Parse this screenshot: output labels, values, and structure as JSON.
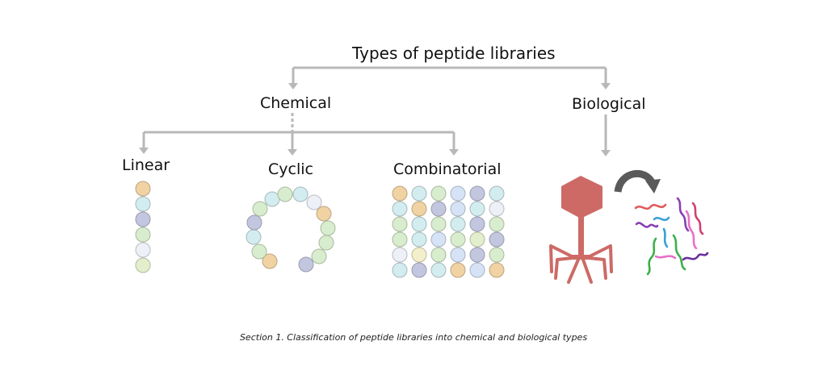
{
  "diagram": {
    "title": "Types of peptide libraries",
    "branches": {
      "chemical": "Chemical",
      "biological": "Biological"
    },
    "chemical_types": {
      "linear": "Linear",
      "cyclic": "Cyclic",
      "combinatorial": "Combinatorial"
    },
    "caption": "Section 1. Classification of peptide libraries into chemical and biological types"
  },
  "colors": {
    "connector": "#b8b8b8",
    "phage": "#cd6a66",
    "arrow": "#5a5a5a",
    "residue_palette": {
      "orange": "#f0d2a3",
      "cyan": "#d3ecef",
      "lavender": "#c3c6df",
      "green": "#d8edcd",
      "pale": "#eef0f8",
      "lime": "#e3efcc",
      "blue": "#d6e3f6",
      "cream": "#f4efcb"
    },
    "peptide_strands": [
      "#e05a5a",
      "#8a3fb3",
      "#3aa0d6",
      "#3cb04a",
      "#e870c8",
      "#d14070",
      "#6a2fa0"
    ]
  },
  "shapes": {
    "linear_residues": [
      "orange",
      "cyan",
      "lavender",
      "green",
      "pale",
      "lime"
    ],
    "cyclic_residues": [
      "orange",
      "green",
      "cyan",
      "lavender",
      "green",
      "cyan",
      "green",
      "cyan",
      "pale",
      "orange",
      "green",
      "green",
      "green",
      "lavender"
    ],
    "combinatorial_grid": [
      [
        "orange",
        "cyan",
        "green",
        "blue",
        "lavender",
        "cyan"
      ],
      [
        "cyan",
        "orange",
        "lavender",
        "blue",
        "cyan",
        "pale"
      ],
      [
        "green",
        "cyan",
        "green",
        "cyan",
        "lavender",
        "green"
      ],
      [
        "green",
        "cyan",
        "blue",
        "green",
        "lime",
        "lavender"
      ],
      [
        "pale",
        "cream",
        "green",
        "blue",
        "lavender",
        "green"
      ],
      [
        "cyan",
        "lavender",
        "cyan",
        "orange",
        "blue",
        "orange"
      ]
    ]
  }
}
